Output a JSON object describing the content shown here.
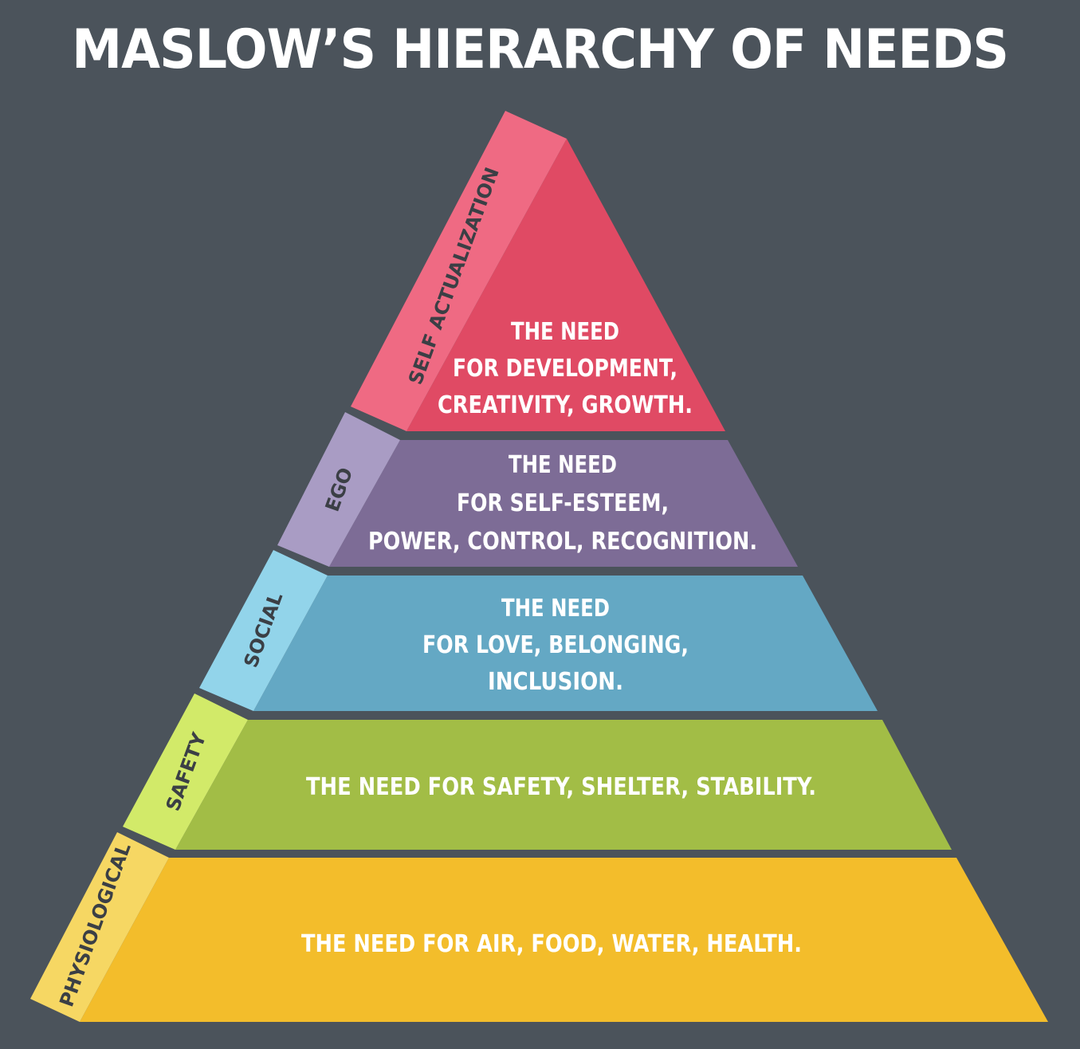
{
  "title": "MASLOW’S HIERARCHY OF NEEDS",
  "levels": [
    {
      "name": "SELF ACTUALIZATION",
      "lines": [
        "THE NEED",
        "FOR DEVELOPMENT,",
        "CREATIVITY, GROWTH."
      ],
      "colors": {
        "front": "#e04a64",
        "side": "#ef6a83"
      }
    },
    {
      "name": "EGO",
      "lines": [
        "THE NEED",
        "FOR SELF-ESTEEM,",
        "POWER, CONTROL, RECOGNITION."
      ],
      "colors": {
        "front": "#7d6c96",
        "side": "#a99cc4"
      }
    },
    {
      "name": "SOCIAL",
      "lines": [
        "THE NEED",
        "FOR LOVE, BELONGING,",
        "INCLUSION."
      ],
      "colors": {
        "front": "#64a8c4",
        "side": "#92d4ea"
      }
    },
    {
      "name": "SAFETY",
      "lines": [
        "THE NEED  FOR SAFETY, SHELTER, STABILITY."
      ],
      "colors": {
        "front": "#a2bd46",
        "side": "#d2ea69"
      }
    },
    {
      "name": "PHYSIOLOGICAL",
      "lines": [
        "THE NEED  FOR AIR, FOOD, WATER, HEALTH."
      ],
      "colors": {
        "front": "#f3bd2b",
        "side": "#f6d763"
      }
    }
  ]
}
